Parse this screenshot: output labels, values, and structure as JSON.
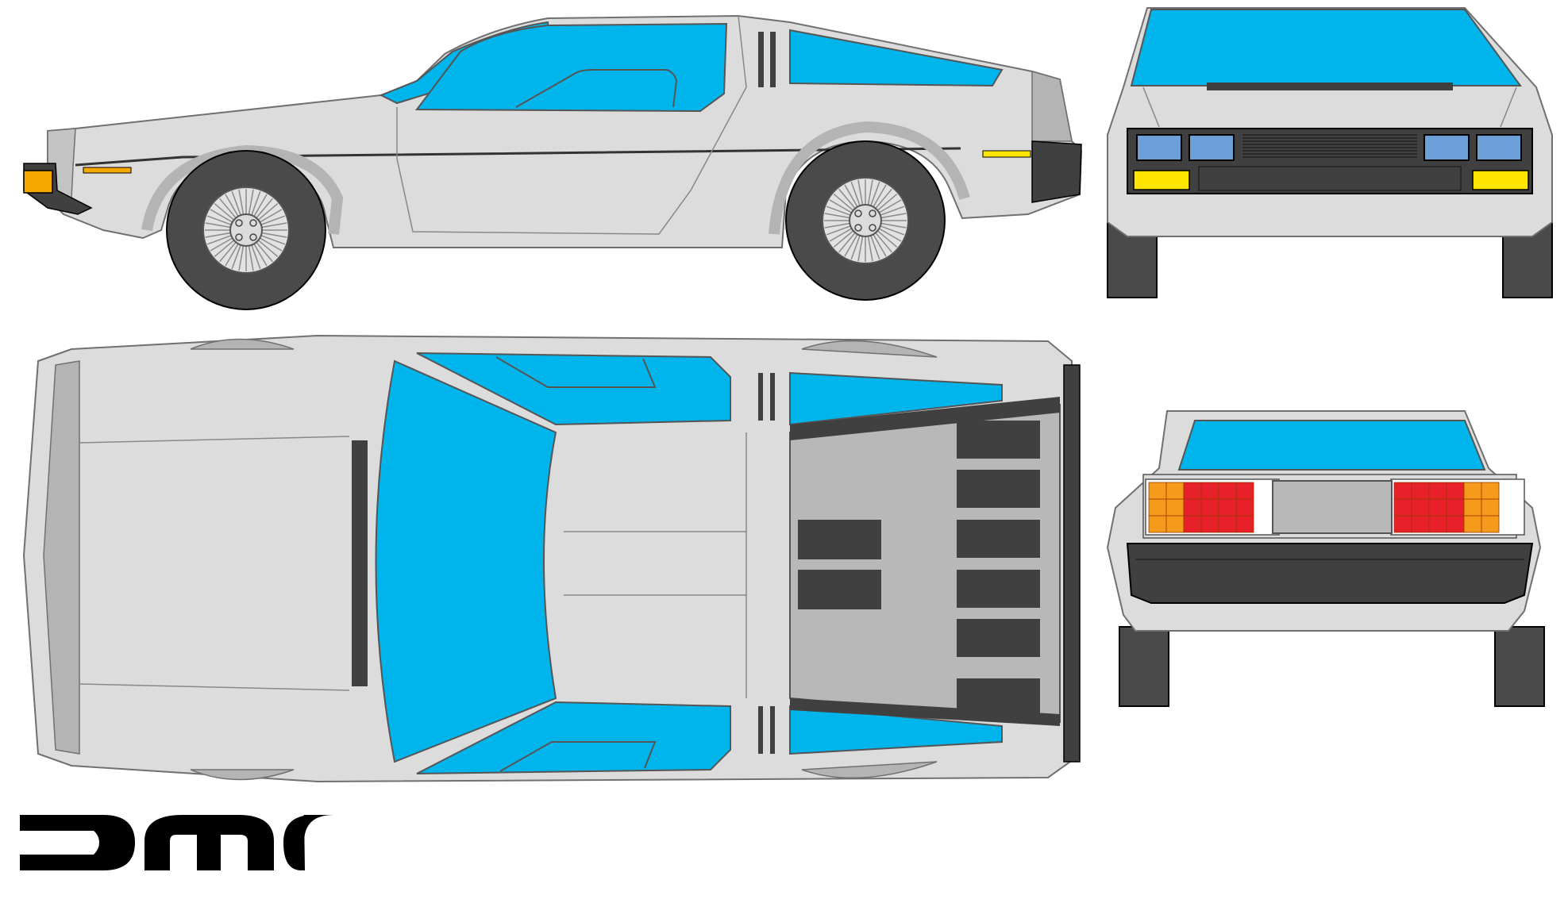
{
  "title": "",
  "logo": {
    "text": "DMC",
    "color": "#000000"
  },
  "views": [
    {
      "id": "side",
      "name": "side-view"
    },
    {
      "id": "front",
      "name": "front-view"
    },
    {
      "id": "top",
      "name": "top-view"
    },
    {
      "id": "rear",
      "name": "rear-view"
    }
  ],
  "colors": {
    "body": "#dcdcdc",
    "body_shade": "#b4b4b4",
    "glass": "#00b4ec",
    "headlight_glass": "#6d9fd8",
    "tire": "#4a4a4a",
    "dark_panel": "#404040",
    "outline": "#707070",
    "indicator_amber": "#f5a800",
    "fog_yellow": "#ffe600",
    "taillight_red": "#e8202a",
    "taillight_orange": "#f59a1a"
  }
}
